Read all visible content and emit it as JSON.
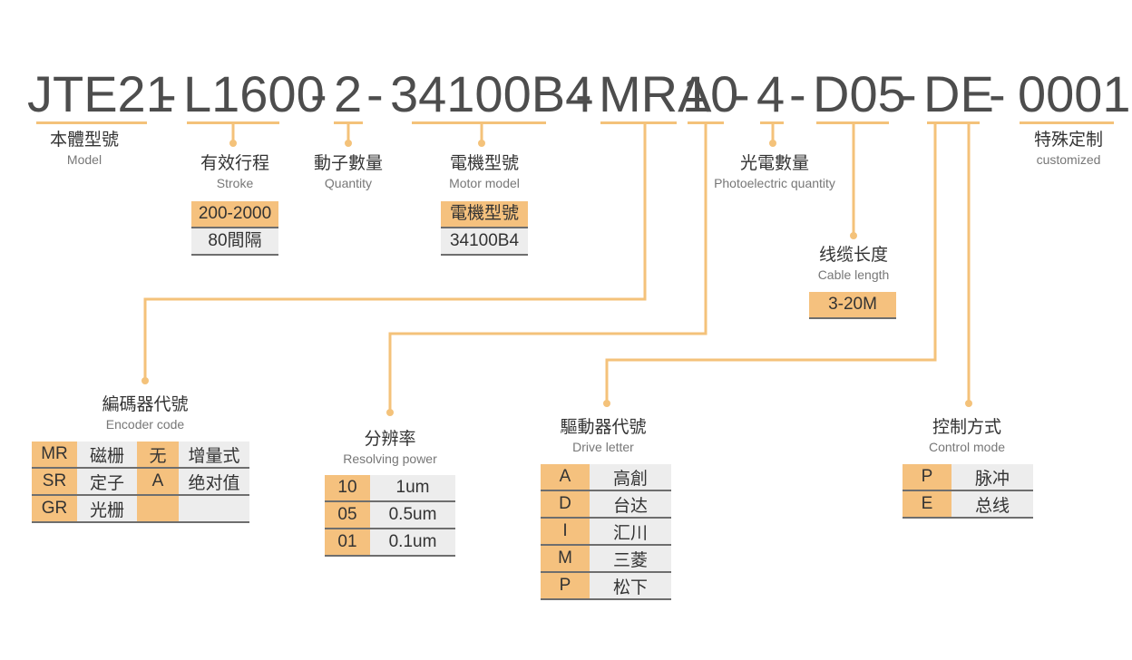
{
  "code": {
    "seg1": "JTE21",
    "seg2": "L1600",
    "seg3": "2",
    "seg4": "34100B4",
    "seg5": "MRA",
    "seg6": "10",
    "seg7": "4",
    "seg8": "D05",
    "seg9": "DE",
    "seg10": "0001",
    "dash": "-"
  },
  "labels": {
    "model": {
      "cn": "本體型號",
      "en": "Model"
    },
    "stroke": {
      "cn": "有效行程",
      "en": "Stroke"
    },
    "quantity": {
      "cn": "動子數量",
      "en": "Quantity"
    },
    "motor": {
      "cn": "電機型號",
      "en": "Motor model"
    },
    "photo": {
      "cn": "光電數量",
      "en": "Photoelectric quantity"
    },
    "custom": {
      "cn": "特殊定制",
      "en": "customized"
    },
    "cable": {
      "cn": "线缆长度",
      "en": "Cable length"
    },
    "encoder": {
      "cn": "編碼器代號",
      "en": "Encoder code"
    },
    "resolving": {
      "cn": "分辨率",
      "en": "Resolving power"
    },
    "drive": {
      "cn": "驅動器代號",
      "en": "Drive letter"
    },
    "control": {
      "cn": "控制方式",
      "en": "Control mode"
    }
  },
  "stroke_options": [
    "200-2000",
    "80間隔"
  ],
  "motor_options": [
    "電機型號",
    "34100B4"
  ],
  "cable_options": [
    "3-20M"
  ],
  "encoder_table": [
    [
      "MR",
      "磁栅",
      "无",
      "增量式"
    ],
    [
      "SR",
      "定子",
      "A",
      "绝对值"
    ],
    [
      "GR",
      "光栅",
      "",
      ""
    ]
  ],
  "resolving_table": [
    [
      "10",
      "1um"
    ],
    [
      "05",
      "0.5um"
    ],
    [
      "01",
      "0.1um"
    ]
  ],
  "drive_table": [
    [
      "A",
      "高創"
    ],
    [
      "D",
      "台达"
    ],
    [
      "I",
      "汇川"
    ],
    [
      "M",
      "三菱"
    ],
    [
      "P",
      "松下"
    ]
  ],
  "control_table": [
    [
      "P",
      "脉冲"
    ],
    [
      "E",
      "总线"
    ]
  ],
  "colors": {
    "accent": "#f4c27a",
    "cell_orange": "#f5c17e",
    "cell_gray": "#ededed",
    "text": "#4d4d4d"
  }
}
